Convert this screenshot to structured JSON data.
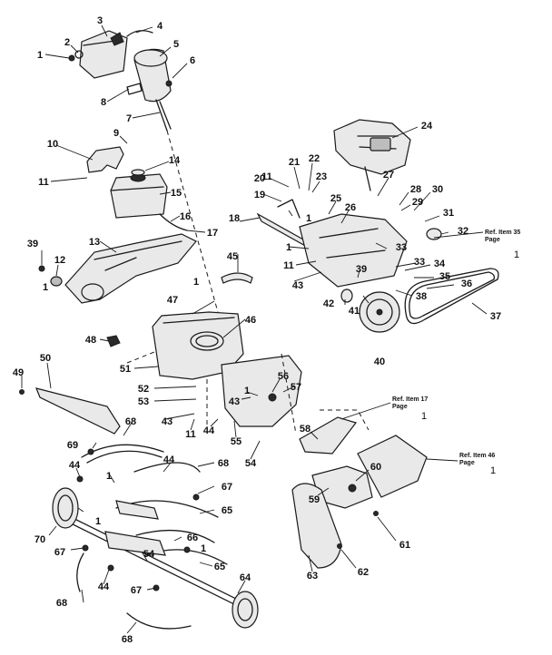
{
  "callouts": [
    "1",
    "2",
    "3",
    "4",
    "5",
    "6",
    "7",
    "8",
    "9",
    "10",
    "11",
    "12",
    "13",
    "14",
    "15",
    "16",
    "17",
    "18",
    "19",
    "20",
    "21",
    "22",
    "23",
    "24",
    "25",
    "26",
    "27",
    "28",
    "29",
    "30",
    "31",
    "32",
    "33",
    "34",
    "35",
    "36",
    "37",
    "38",
    "39",
    "40",
    "41",
    "42",
    "43",
    "44",
    "45",
    "46",
    "47",
    "48",
    "49",
    "50",
    "51",
    "52",
    "53",
    "54",
    "55",
    "56",
    "57",
    "58",
    "59",
    "60",
    "61",
    "62",
    "63",
    "64",
    "65",
    "66",
    "67",
    "68",
    "69",
    "70"
  ],
  "references": [
    {
      "line1": "Ref. Item 35",
      "line2": "Page",
      "page": "1"
    },
    {
      "line1": "Ref. Item 17",
      "line2": "Page",
      "page": "1"
    },
    {
      "line1": "Ref. Item 46",
      "line2": "Page",
      "page": "1"
    }
  ]
}
